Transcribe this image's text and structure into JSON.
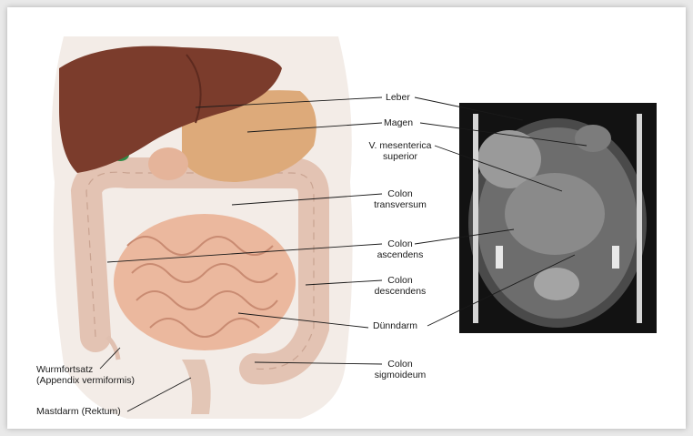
{
  "labels": {
    "leber": "Leber",
    "magen": "Magen",
    "vms_1": "V. mesenterica",
    "vms_2": "superior",
    "ct_1": "Colon",
    "ct_2": "transversum",
    "ca_1": "Colon",
    "ca_2": "ascendens",
    "cd_1": "Colon",
    "cd_2": "descendens",
    "duenndarm": "Dünndarm",
    "cs_1": "Colon",
    "cs_2": "sigmoideum",
    "wurm_1": "Wurmfortsatz",
    "wurm_2": "(Appendix vermiformis)",
    "mastdarm": "Mastdarm (Rektum)"
  },
  "colors": {
    "liver": "#7a3a2a",
    "stomach": "#d9a070",
    "colon": "#e6c7b8",
    "small_intestine": "#e8b49a",
    "ct_background": "#111111"
  }
}
